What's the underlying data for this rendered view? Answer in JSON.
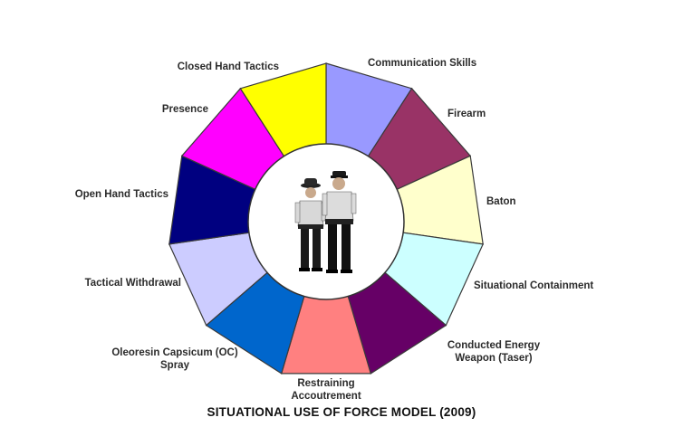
{
  "title": "SITUATIONAL USE OF FORCE MODEL (2009)",
  "segments": [
    {
      "label": "Communication Skills",
      "color": "#9999ff"
    },
    {
      "label": "Firearm",
      "color": "#993366"
    },
    {
      "label": "Baton",
      "color": "#ffffcc"
    },
    {
      "label": "Situational Containment",
      "color": "#ccffff"
    },
    {
      "label": "Conducted Energy\nWeapon (Taser)",
      "color": "#660066"
    },
    {
      "label": "Restraining\nAccoutrement",
      "color": "#ff8080"
    },
    {
      "label": "Oleoresin Capsicum (OC)\nSpray",
      "color": "#0066cc"
    },
    {
      "label": "Tactical Withdrawal",
      "color": "#ccccff"
    },
    {
      "label": "Open Hand Tactics",
      "color": "#000080"
    },
    {
      "label": "Presence",
      "color": "#ff00ff"
    },
    {
      "label": "Closed Hand Tactics",
      "color": "#ffff00"
    }
  ],
  "center_image": "police-officers-icon"
}
